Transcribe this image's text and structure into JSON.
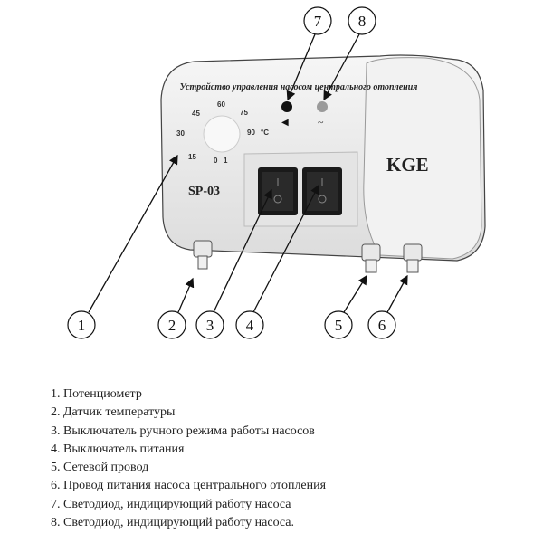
{
  "device": {
    "panel_title": "Устройство управления насосом центрального отопления",
    "model": "SP-03",
    "brand": "KGE",
    "dial_scale": [
      "15",
      "30",
      "45",
      "60",
      "75",
      "90",
      "0",
      "1"
    ],
    "dial_unit": "°C",
    "led_pump_symbol": "◀",
    "led_power_symbol": "~",
    "colors": {
      "body": "#eeeeee",
      "switch": "#1a1a1a",
      "led_pump": "#111111",
      "led_power": "#9a9a9a"
    }
  },
  "callouts": [
    "1",
    "2",
    "3",
    "4",
    "5",
    "6",
    "7",
    "8"
  ],
  "legend": [
    "1. Потенциометр",
    "2. Датчик температуры",
    "3. Выключатель ручного режима работы насосов",
    "4. Выключатель питания",
    "5. Сетевой провод",
    "6. Провод питания насоса центрального отопления",
    "7. Светодиод, индицирующий работу насоса",
    "8. Светодиод, индицирующий работу насоса."
  ]
}
